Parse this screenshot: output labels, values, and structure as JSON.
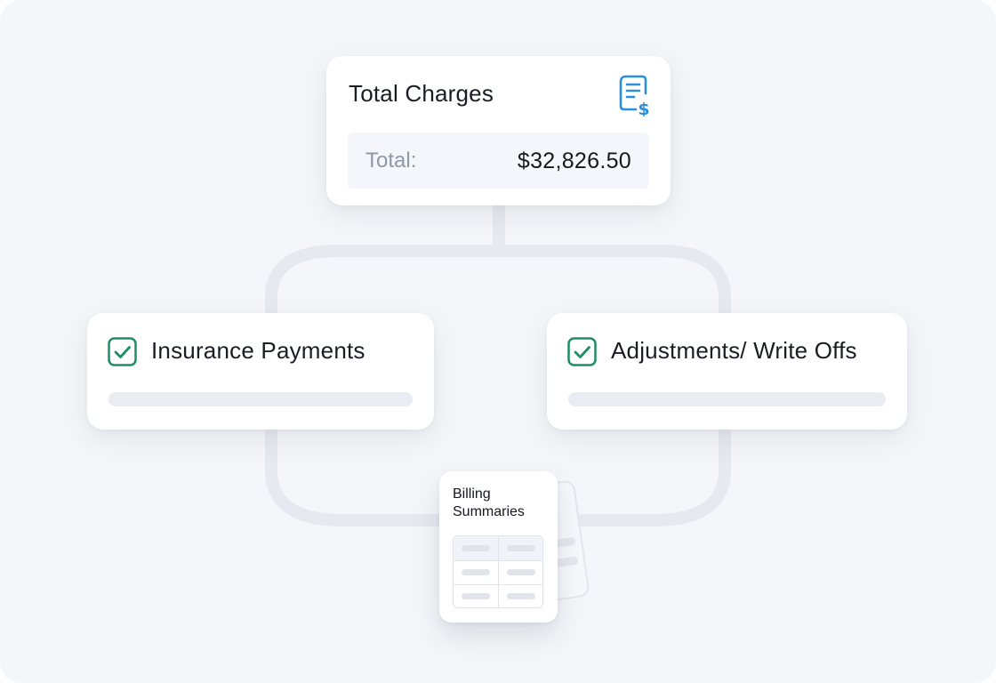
{
  "total_charges": {
    "title": "Total Charges",
    "total_label": "Total:",
    "total_value": "$32,826.50",
    "icon": "invoice-dollar-icon"
  },
  "branches": [
    {
      "label": "Insurance Payments",
      "checked": true,
      "icon": "checkbox-checked-icon"
    },
    {
      "label": "Adjustments/ Write Offs",
      "checked": true,
      "icon": "checkbox-checked-icon"
    }
  ],
  "billing_summaries": {
    "title_line1": "Billing",
    "title_line2": "Summaries",
    "rows": 3,
    "columns": 2
  },
  "colors": {
    "accent_blue": "#2a8fdc",
    "check_green": "#1f8f63",
    "connector": "#e6e8ef",
    "background": "#f5f6f9"
  }
}
